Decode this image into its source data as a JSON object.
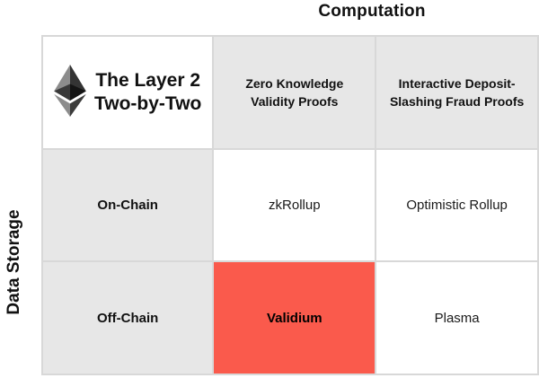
{
  "title": "Computation",
  "y_axis_label": "Data Storage",
  "brand": {
    "line1": "The Layer 2",
    "line2": "Two-by-Two",
    "logo": "ethereum-logo"
  },
  "matrix": {
    "column_headers": [
      "Zero Knowledge Validity Proofs",
      "Interactive Deposit-Slashing Fraud Proofs"
    ],
    "row_headers": [
      "On-Chain",
      "Off-Chain"
    ],
    "cells": [
      [
        "zkRollup",
        "Optimistic Rollup"
      ],
      [
        "Validium",
        "Plasma"
      ]
    ],
    "highlighted_cell": "Validium"
  },
  "colors": {
    "highlight": "#FA5A4C",
    "header_bg": "#E7E7E7",
    "grid_border": "#D8D8D8",
    "text": "#111111"
  }
}
